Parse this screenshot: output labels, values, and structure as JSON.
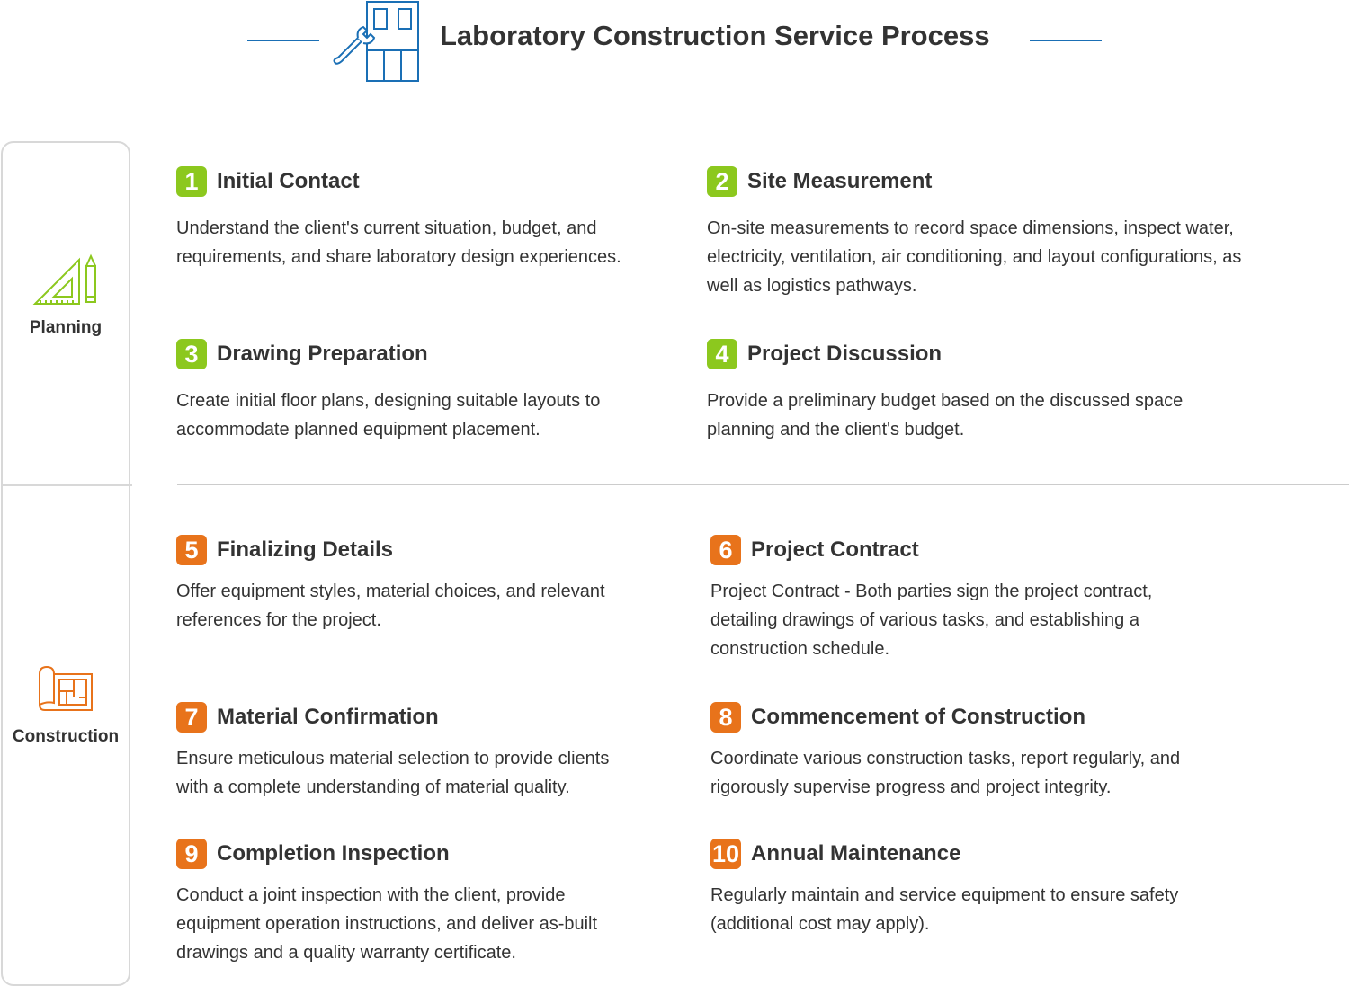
{
  "header": {
    "title": "Laboratory Construction Service Process",
    "icon": "building-wrench-icon",
    "accent_color": "#1a6fb5"
  },
  "sidebar": {
    "planning": {
      "label": "Planning",
      "icon": "ruler-pencil-icon",
      "color": "#8cc81e"
    },
    "construction": {
      "label": "Construction",
      "icon": "blueprint-icon",
      "color": "#e8731b"
    }
  },
  "steps": [
    {
      "number": "1",
      "title": "Initial Contact",
      "description": "Understand the client's current situation, budget, and requirements, and share laboratory design experiences.",
      "phase": "planning"
    },
    {
      "number": "2",
      "title": "Site Measurement",
      "description": "On-site measurements to record space dimensions, inspect water, electricity, ventilation, air conditioning, and layout configurations, as well as logistics pathways.",
      "phase": "planning"
    },
    {
      "number": "3",
      "title": "Drawing Preparation",
      "description": "Create initial floor plans, designing suitable layouts to accommodate planned equipment placement.",
      "phase": "planning"
    },
    {
      "number": "4",
      "title": "Project Discussion",
      "description": "Provide a preliminary budget based on the discussed space planning and the client's budget.",
      "phase": "planning"
    },
    {
      "number": "5",
      "title": "Finalizing Details",
      "description": "Offer equipment styles, material choices, and relevant references for the project.",
      "phase": "construction"
    },
    {
      "number": "6",
      "title": "Project Contract",
      "description": "Project Contract - Both parties sign the project contract, detailing drawings of various tasks, and establishing a construction schedule.",
      "phase": "construction"
    },
    {
      "number": "7",
      "title": "Material Confirmation",
      "description": "Ensure meticulous material selection to provide clients with a complete understanding of material quality.",
      "phase": "construction"
    },
    {
      "number": "8",
      "title": "Commencement of Construction",
      "description": "Coordinate various construction tasks, report regularly, and rigorously supervise progress and project integrity.",
      "phase": "construction"
    },
    {
      "number": "9",
      "title": "Completion Inspection",
      "description": "Conduct a joint inspection with the client, provide equipment operation instructions, and deliver as-built drawings and a quality warranty certificate.",
      "phase": "construction"
    },
    {
      "number": "10",
      "title": "Annual Maintenance",
      "description": "Regularly maintain and service equipment to ensure safety (additional cost may apply).",
      "phase": "construction"
    }
  ]
}
